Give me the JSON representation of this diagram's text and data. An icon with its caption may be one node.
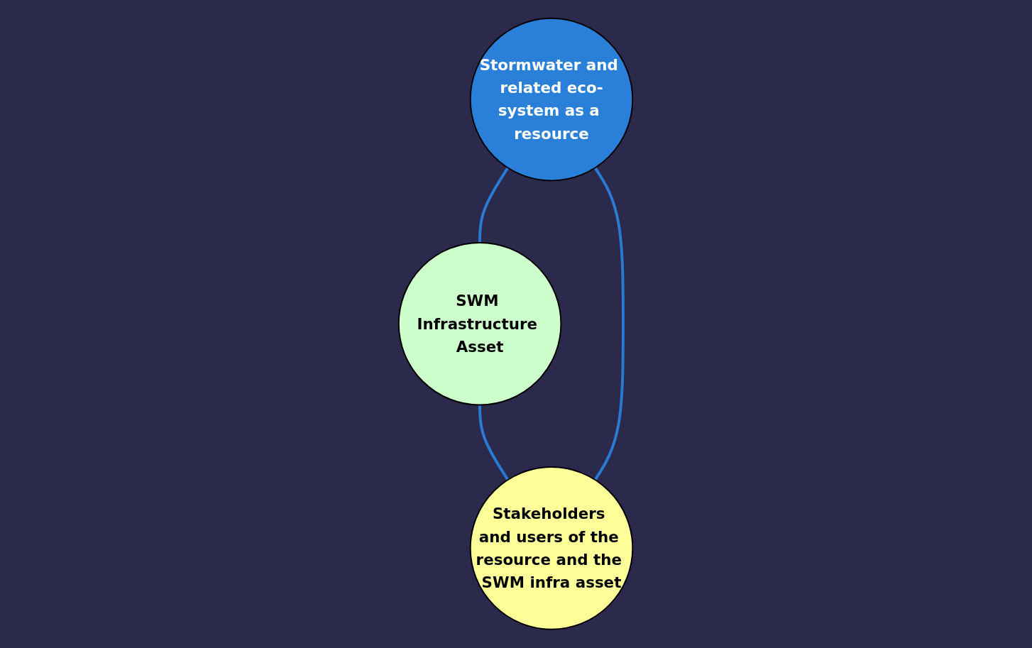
{
  "diagram": {
    "nodes": [
      {
        "text": [
          "Stormwater and related eco-system as a resource"
        ]
      },
      {
        "text": [
          "SWM Infrastructure Asset"
        ]
      },
      {
        "text": [
          "Stakeholders and users of the resource and the SWM infra asset"
        ]
      }
    ],
    "edges": [
      {
        "from": 0,
        "to": 1,
        "arrow": "none"
      },
      {
        "from": 1,
        "to": 2,
        "arrow": "none"
      },
      {
        "from": 2,
        "to": 0,
        "arrow": "none"
      }
    ]
  }
}
